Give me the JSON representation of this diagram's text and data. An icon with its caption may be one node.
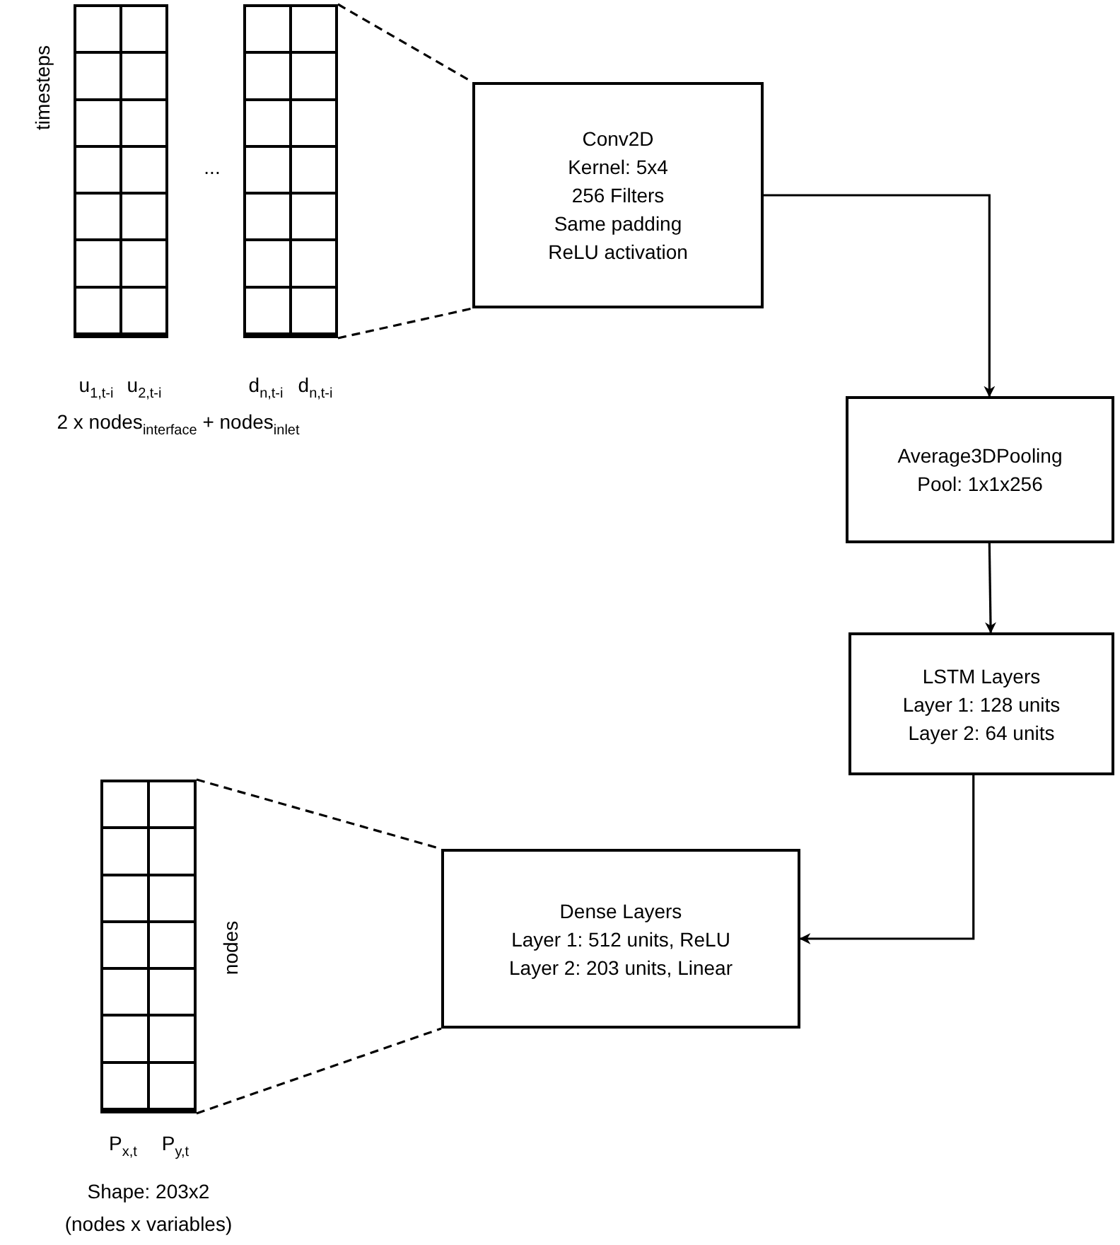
{
  "diagram": {
    "nodes": [
      {
        "text": [],
        "shape": "grid"
      },
      {
        "text": [],
        "shape": "grid"
      },
      {
        "text": [
          "Conv2D",
          "Kernel: 5x4",
          "256 Filters",
          "Same padding",
          "ReLU activation"
        ]
      },
      {
        "text": [
          "Average3DPooling",
          "Pool: 1x1x256"
        ]
      },
      {
        "text": [
          "LSTM Layers",
          "Layer 1: 128 units",
          "Layer 2: 64 units"
        ]
      },
      {
        "text": [
          "Dense Layers",
          "Layer 1: 512 units, ReLU",
          "Layer 2: 203 units, Linear"
        ]
      },
      {
        "text": [],
        "shape": "grid",
        "beside": [
          "Shape: 203x2",
          "(nodes x variables)"
        ]
      }
    ],
    "edges": [
      {
        "from": 1,
        "to": 2,
        "arrow": "none",
        "style": "dashed"
      },
      {
        "from": 1,
        "to": 2,
        "arrow": "none",
        "style": "dashed"
      },
      {
        "from": 2,
        "to": 3,
        "arrow": "to"
      },
      {
        "from": 3,
        "to": 4,
        "arrow": "to"
      },
      {
        "from": 4,
        "to": 5,
        "arrow": "to"
      },
      {
        "from": 6,
        "to": 5,
        "arrow": "none",
        "style": "dashed"
      },
      {
        "from": 6,
        "to": 5,
        "arrow": "none",
        "style": "dashed"
      }
    ],
    "labels": [
      "timesteps",
      "...",
      "u$_{1,t-i}$",
      "u$_{2,t-i}$",
      "d$_{n,t-i}$",
      "d$_{n,t-i}$",
      "2 x nodes$_{interface}$ + nodes$_{inlet}$",
      "nodes",
      "P$_{x,t}$",
      "P$_{y,t}$"
    ]
  }
}
